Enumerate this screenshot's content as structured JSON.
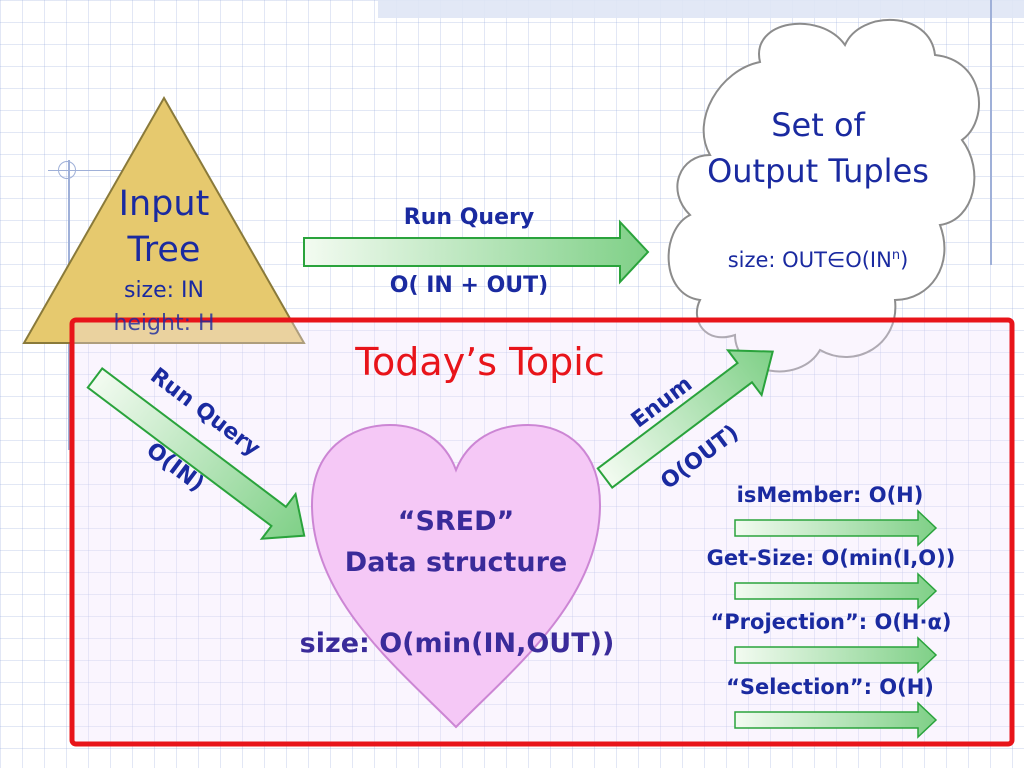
{
  "colors": {
    "tree_fill": "#e6c96e",
    "tree_stroke": "#8a7a3a",
    "arrow_fill_start": "#f3fbf1",
    "arrow_fill_end": "#7fd087",
    "arrow_stroke": "#2aa33c",
    "topic_red": "#e8141a",
    "heart_fill": "#f5c8f6",
    "heart_stroke": "#cc86d4",
    "label_blue": "#1a2aa0",
    "purple_text": "#3a2b9a"
  },
  "tree": {
    "line1": "Input",
    "line2": "Tree",
    "size": "size: IN",
    "height": "height: H"
  },
  "run_query_top": {
    "label": "Run Query",
    "complexity": "O( IN + OUT)"
  },
  "cloud": {
    "line1": "Set of",
    "line2": "Output Tuples",
    "size_prefix": "size: OUT",
    "elem_symbol": "∈",
    "size_mid": "O(IN",
    "superscript": "n",
    "size_suffix": ")"
  },
  "topic": {
    "title": "Today’s Topic"
  },
  "run_query_diag": {
    "label": "Run Query",
    "complexity": "O(IN)"
  },
  "heart": {
    "line1": "“SRED”",
    "line2": "Data structure",
    "size": "size: O(min(IN,OUT))"
  },
  "enum": {
    "label": "Enum",
    "complexity": "O(OUT)"
  },
  "ops": [
    {
      "label": "isMember: O(H)"
    },
    {
      "label": "Get-Size: O(min(I,O))"
    },
    {
      "label": "“Projection”: O(H·α)"
    },
    {
      "label": "“Selection”: O(H)"
    }
  ]
}
